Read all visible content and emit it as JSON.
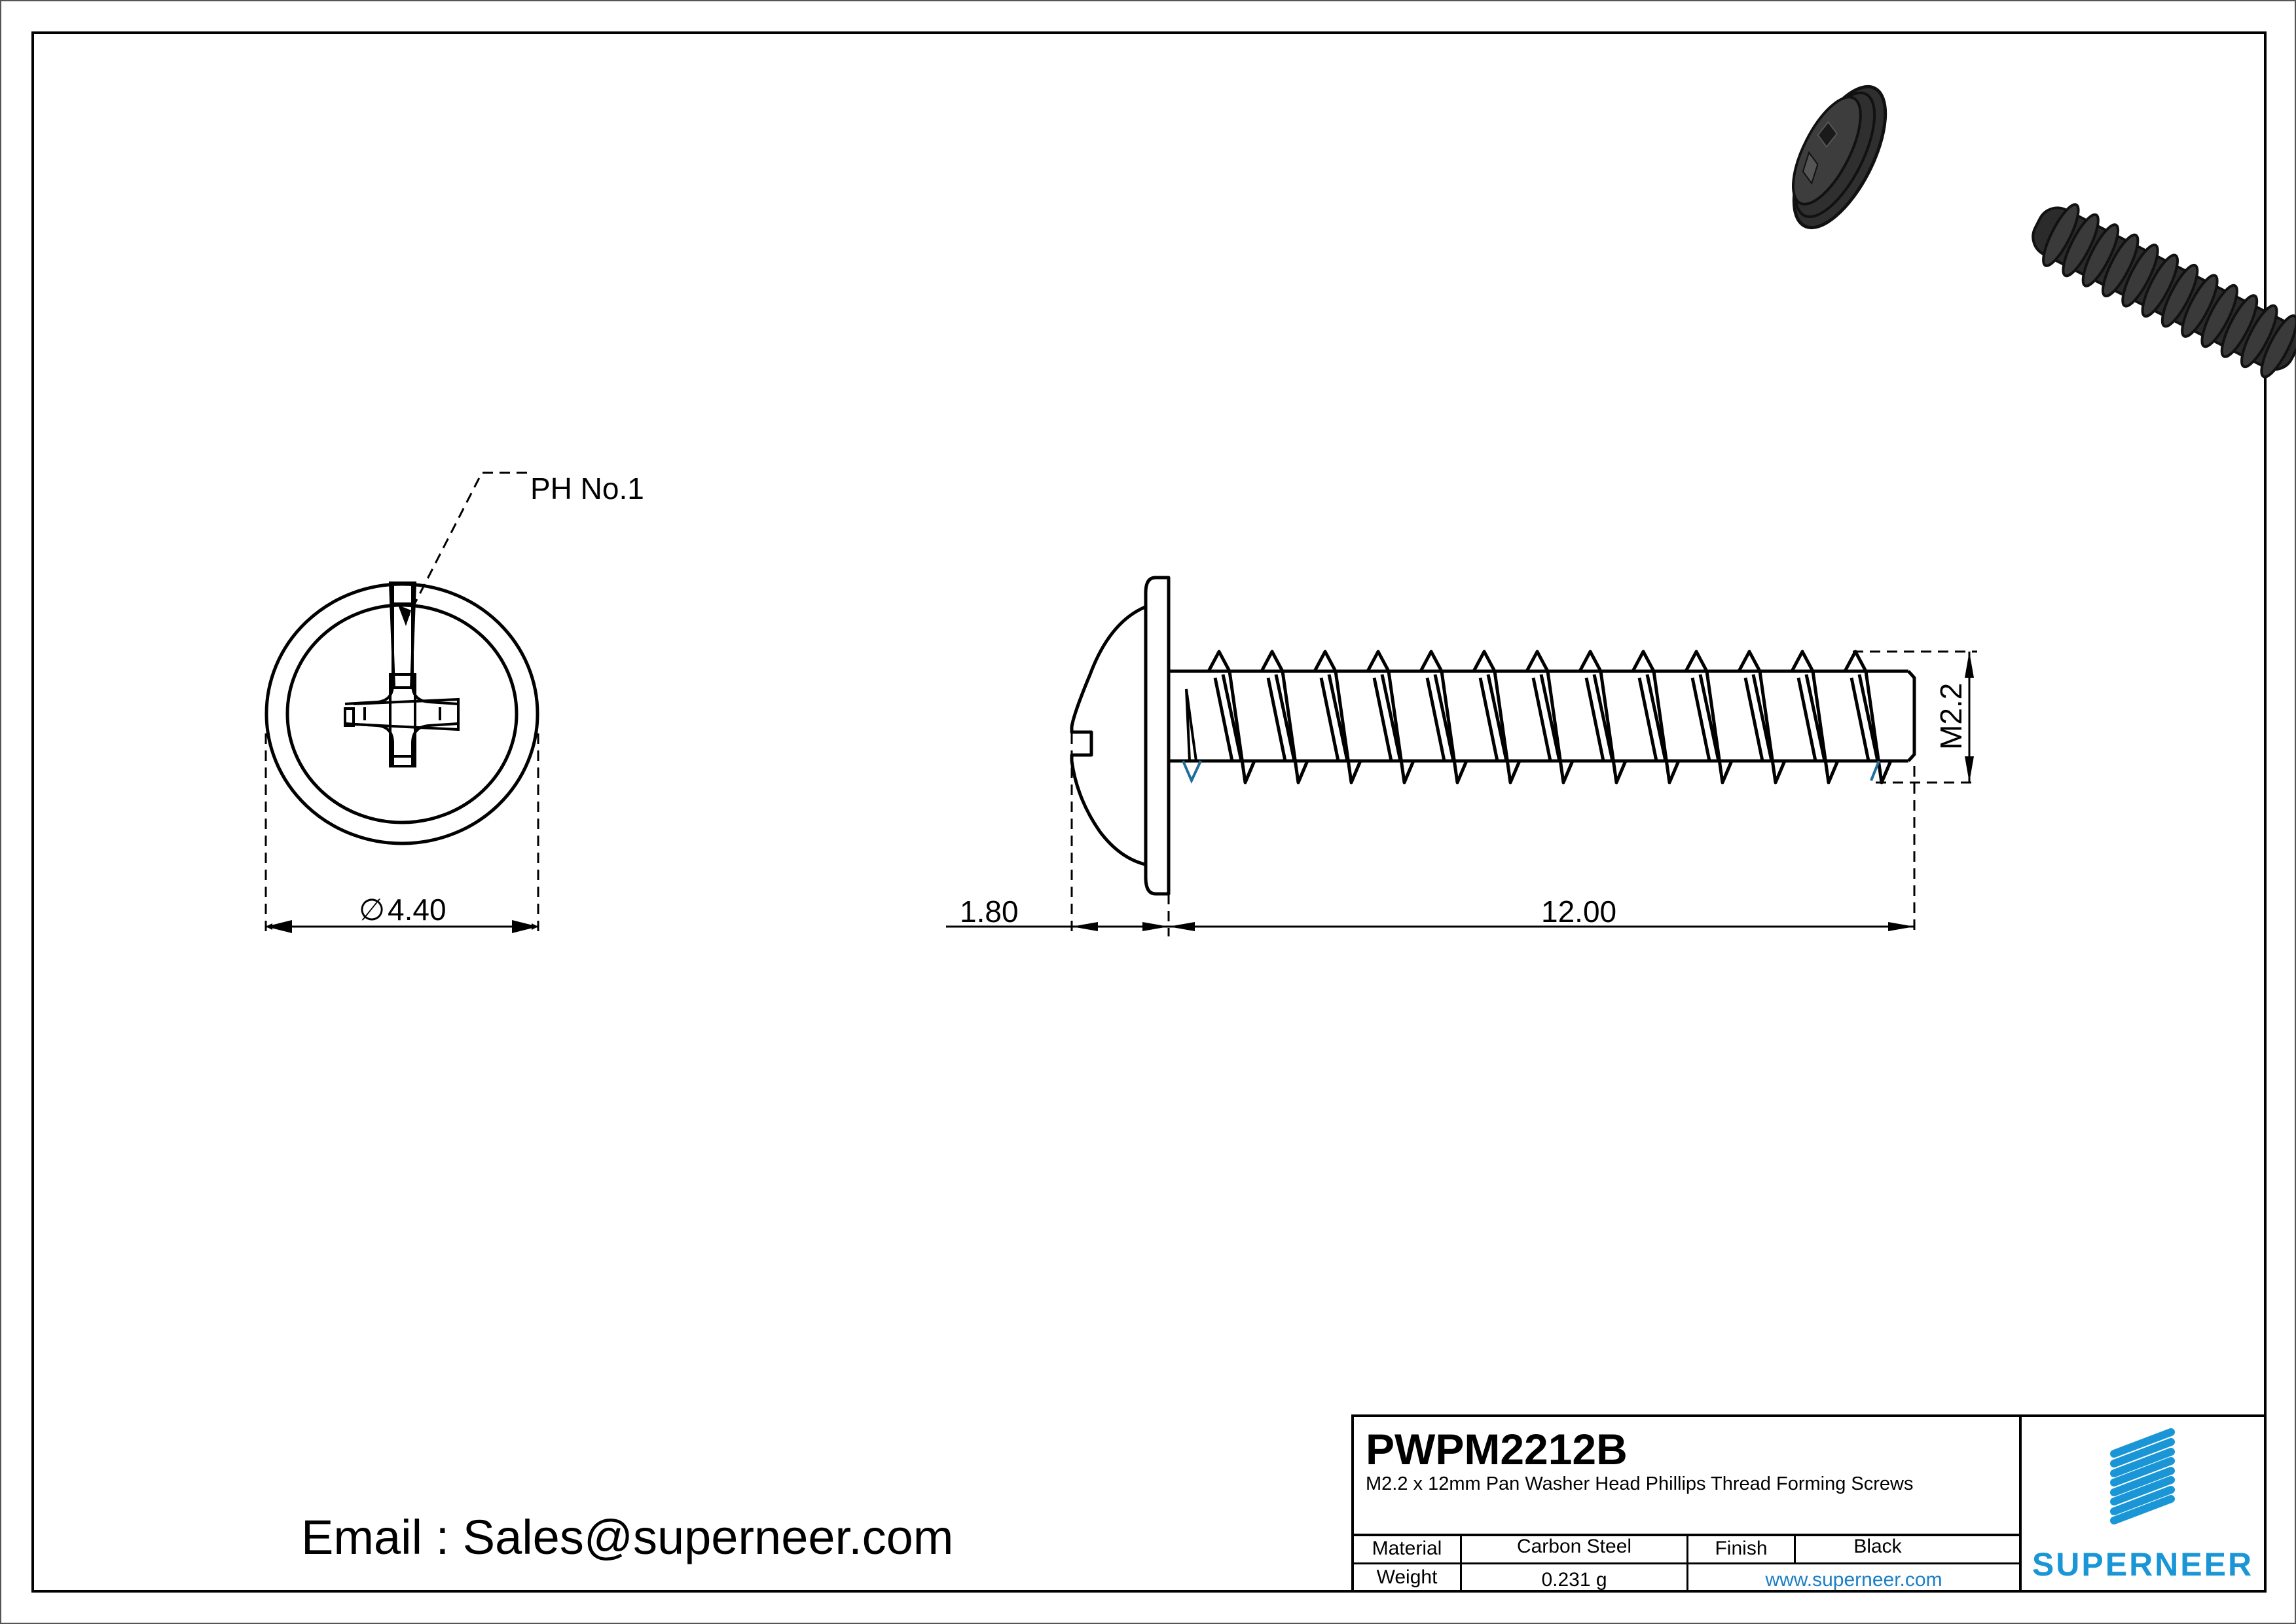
{
  "drawing": {
    "callout_drive": "PH No.1",
    "dim_head_diameter": "4.40",
    "dim_diameter_symbol": "∅",
    "dim_head_height": "1.80",
    "dim_length": "12.00",
    "dim_thread": "M2.2"
  },
  "contact": {
    "email_line": "Email : Sales@superneer.com"
  },
  "title_block": {
    "part_number": "PWPM2212B",
    "description": "M2.2 x 12mm Pan Washer Head Phillips Thread Forming Screws",
    "material_label": "Material",
    "material_value": "Carbon Steel",
    "finish_label": "Finish",
    "finish_value": "Black",
    "weight_label": "Weight",
    "weight_value": "0.231 g",
    "website": "www.superneer.com"
  },
  "logo": {
    "wordmark": "SUPERNEER",
    "icon": "striped-parallelogram-logo-icon",
    "brand_color": "#1a96d6"
  },
  "render_3d": {
    "icon": "screw-3d-render-icon",
    "finish_color": "#2b2b2b"
  }
}
